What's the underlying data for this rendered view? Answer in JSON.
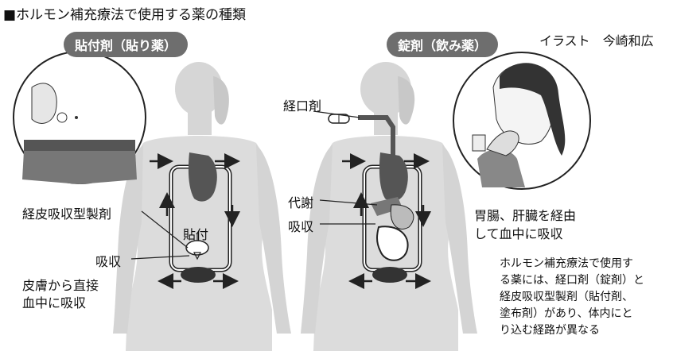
{
  "title": "■ホルモン補充療法で使用する薬の種類",
  "credit": "イラスト　今崎和広",
  "left": {
    "heading": "貼付剤（貼り薬）",
    "label_patch_type": "経皮吸収型製剤",
    "label_apply": "貼付",
    "label_absorb": "吸収",
    "caption_line1": "皮膚から直接",
    "caption_line2": "血中に吸収"
  },
  "right": {
    "heading": "錠剤（飲み薬）",
    "label_oral": "経口剤",
    "label_metabolism": "代謝",
    "label_absorb": "吸収",
    "caption_line1": "胃腸、肝臓を経由",
    "caption_line2": "して血中に吸収"
  },
  "note": {
    "line1": "ホルモン補充療法で使用す",
    "line2": "る薬には、経口剤（錠剤）と",
    "line3": "経皮吸収型製剤（貼付剤、",
    "line4": "塗布剤）があり、体内にと",
    "line5": "り込む経路が異なる"
  }
}
